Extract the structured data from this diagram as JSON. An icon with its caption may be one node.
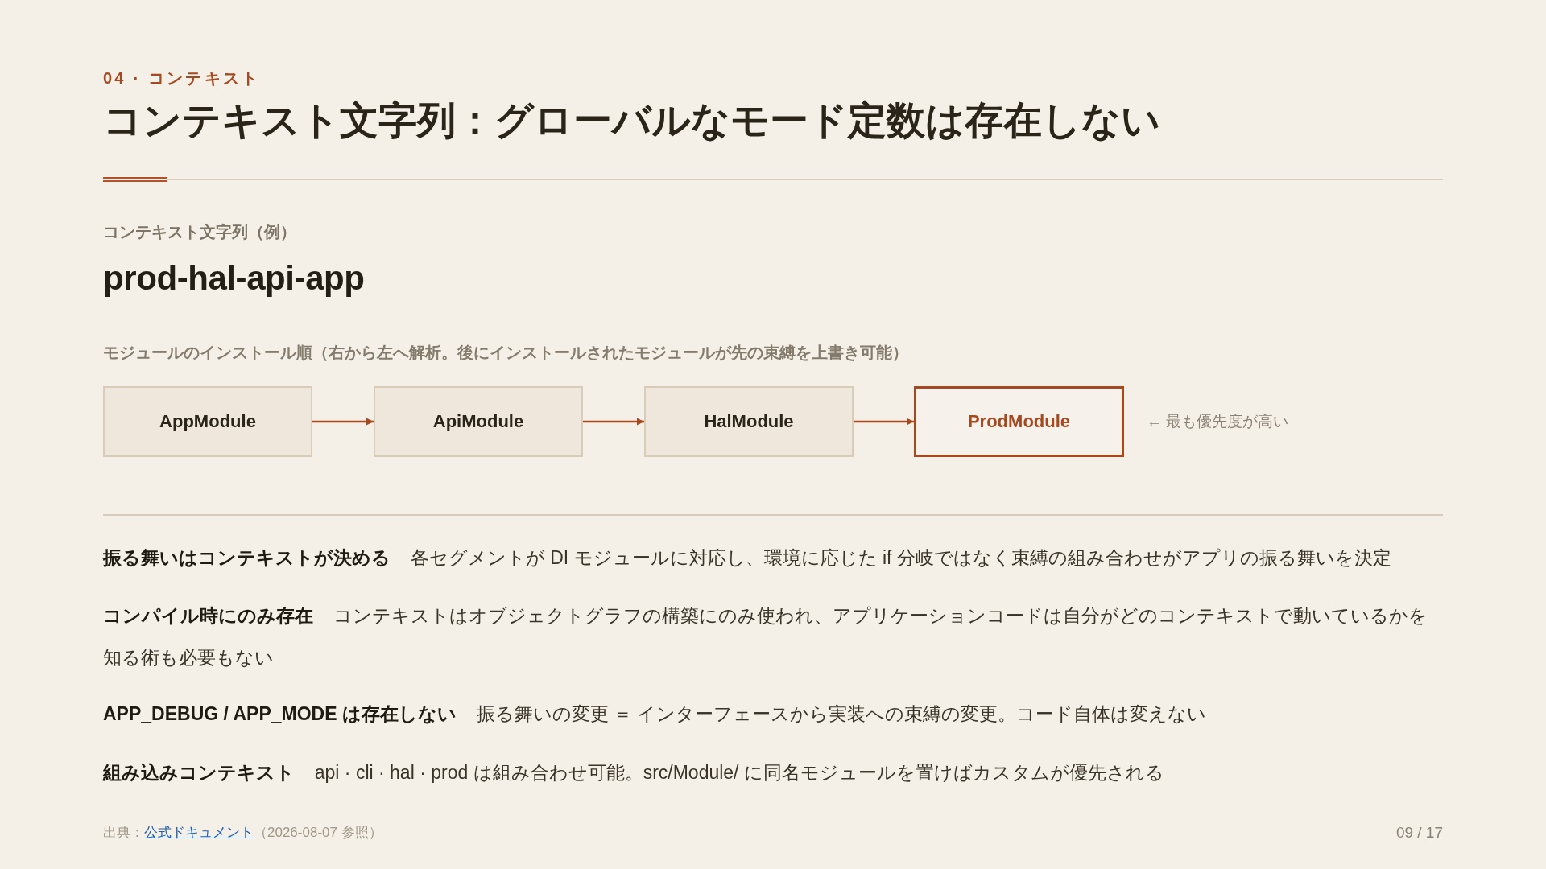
{
  "diagram": {
    "title": "コンテキスト文字列：グローバルなモード定数は存在しない",
    "nodes": [
      {
        "text": [
          "AppModule"
        ]
      },
      {
        "text": [
          "ApiModule"
        ]
      },
      {
        "text": [
          "HalModule"
        ]
      },
      {
        "text": [
          "ProdModule"
        ],
        "beside": [
          "← 最も優先度が高い"
        ]
      }
    ],
    "edges": [
      {
        "from": 0,
        "to": 1,
        "arrow": "to"
      },
      {
        "from": 1,
        "to": 2,
        "arrow": "to"
      },
      {
        "from": 2,
        "to": 3,
        "arrow": "to"
      }
    ],
    "labels": [
      "04 · コンテキスト",
      "コンテキスト文字列（例）",
      "prod-hal-api-app",
      "モジュールのインストール順（右から左へ解析。後にインストールされたモジュールが先の束縛を上書き可能）",
      "**振る舞いはコンテキストが決める** 各セグメントが DI モジュールに対応し、環境に応じた if 分岐ではなく束縛の組み合わせがアプリの振る舞いを決定",
      "**コンパイル時にのみ存在** コンテキストはオブジェクトグラフの構築にのみ使われ、アプリケーションコードは自分がどのコンテキストで動いているかを知る術も必要もない",
      "**APP_DEBUG / APP_MODE は存在しない** 振る舞いの変更 ＝ インターフェースから実装への束縛の変更。コード自体は変えない",
      "**組み込みコンテキスト** api · cli · hal · prod は組み合わせ可能。src/Module/ に同名モジュールを置けばカスタムが優先される",
      "出典：",
      "公式ドキュメント",
      "（2026-08-07 参照）",
      "09 / 17"
    ]
  }
}
